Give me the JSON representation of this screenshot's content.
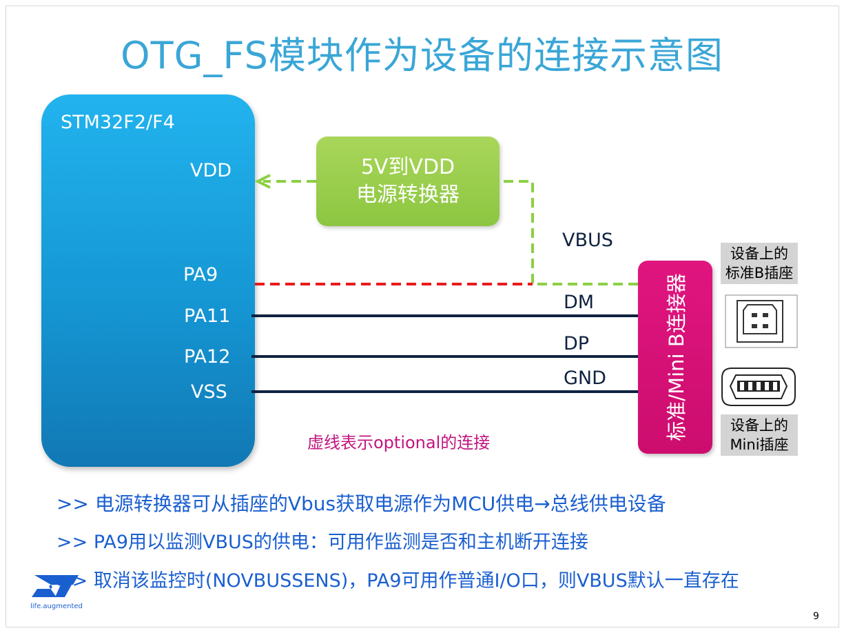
{
  "title": "OTG_FS模块作为设备的连接示意图",
  "mcu": {
    "name": "STM32F2/F4",
    "pins": {
      "vdd": "VDD",
      "pa9": "PA9",
      "pa11": "PA11",
      "pa12": "PA12",
      "vss": "VSS"
    }
  },
  "converter": {
    "line1": "5V到VDD",
    "line2": "电源转换器"
  },
  "connector": {
    "label": "标准/Mini B连接器"
  },
  "signals": {
    "vbus": "VBUS",
    "dm": "DM",
    "dp": "DP",
    "gnd": "GND"
  },
  "side_labels": {
    "std_b": [
      "设备上的",
      "标准B插座"
    ],
    "mini": [
      "设备上的",
      "Mini插座"
    ]
  },
  "note": "虚线表示optional的连接",
  "bullets": [
    ">> 电源转换器可从插座的Vbus获取电源作为MCU供电→总线供电设备",
    ">> PA9用以监测VBUS的供电：可用作监测是否和主机断开连接",
    ">> 取消该监控时(NOVBUSSENS)，PA9可用作普通I/O口，则VBUS默认一直存在"
  ],
  "logo_text": "life.augmented",
  "page_number": "9",
  "colors": {
    "title": "#3aa6d6",
    "mcu": "#1ba2e0",
    "converter": "#8cc641",
    "connector": "#d4117a",
    "optional_line": "#8cd044",
    "pa9_line": "#e81b1b",
    "signal_line": "#0f2240",
    "bullet": "#1a5fd0"
  }
}
